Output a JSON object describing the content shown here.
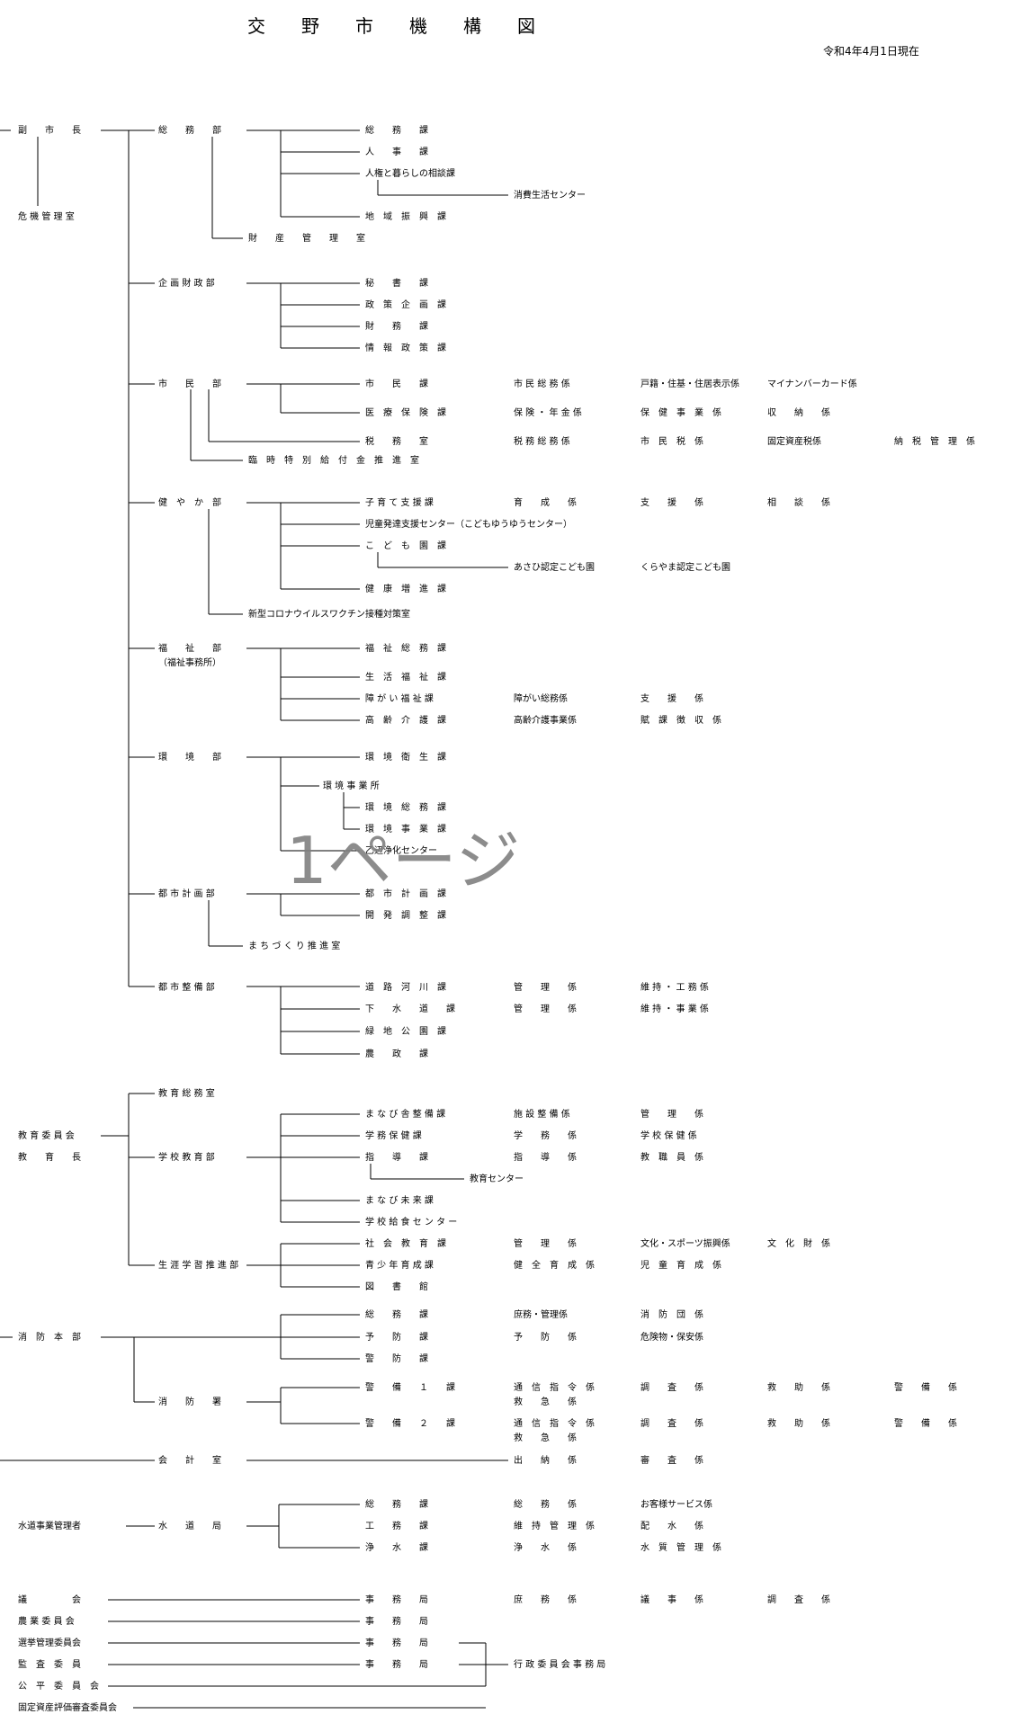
{
  "title": "交　　野　　市　　機　　構　　図",
  "date": "令和4年4月1日現在",
  "watermark": "1ページ",
  "labels": {
    "fukushichou": "副　　市　　長",
    "kiki": "危 機 管 理 室",
    "soumubu": "総　　務　　部",
    "soumuka": "総　　務　　課",
    "jinjika": "人　　事　　課",
    "jinken": "人権と暮らしの相談課",
    "shohi": "消費生活センター",
    "chiiki": "地　域　振　興　課",
    "zaisan": "財　　産　　管　　理　　室",
    "kikakubu": "企 画 財 政 部",
    "hisho": "秘　　書　　課",
    "seisaku": "政　策　企　画　課",
    "zaimu": "財　　務　　課",
    "joho": "情　報　政　策　課",
    "shiminbu": "市　　民　　部",
    "shiminka": "市　　民　　課",
    "shimin_soumu": "市 民 総 務 係",
    "koseki": "戸籍・住基・住居表示係",
    "mynumber": "マイナンバーカード係",
    "iryo": "医　療　保　険　課",
    "hoken_nenkin": "保 険 ・ 年 金 係",
    "hoken_jigyo": "保　健　事　業　係",
    "shuno": "収　　納　　係",
    "zeimu": "税　　務　　室",
    "zeimu_soumu": "税 務 総 務 係",
    "shiminzei": "市　民　税　係",
    "kotei": "固定資産税係",
    "nozei": "納　税　管　理　係",
    "rinji": "臨　時　特　別　給　付　金　推　進　室",
    "sukoyakabu": "健　や　か　部",
    "kosodate": "子 育 て 支 援 課",
    "ikusei": "育　　成　　係",
    "shien": "支　　援　　係",
    "sodan": "相　　談　　係",
    "jido": "児童発達支援センター（こどもゆうゆうセンター）",
    "kodomo": "こ　ど　も　園　課",
    "asahi": "あさひ認定こども園",
    "kurayama": "くらやま認定こども園",
    "kenko": "健　康　増　進　課",
    "corona": "新型コロナウイルスワクチン接種対策室",
    "fukushibu": "福　　祉　　部",
    "fukushi_jimu": "（福祉事務所）",
    "fukushi_soumu": "福　祉　総　務　課",
    "seikatsu": "生　活　福　祉　課",
    "shogai": "障 が い 福 祉 課",
    "shogai_soumu": "障がい総務係",
    "shogai_shien": "支　　援　　係",
    "korei": "高　齢　介　護　課",
    "korei_jigyo": "高齢介護事業係",
    "fuka": "賦　課　徴　収　係",
    "kankyobu": "環　　境　　部",
    "kankyo_eisei": "環　境　衛　生　課",
    "kankyo_jigyosho": "環 境 事 業 所",
    "kankyo_soumu": "環　境　総　務　課",
    "kankyo_jigyo": "環　境　事　業　課",
    "kisabe": "乙辺浄化センター",
    "toshikeikakubu": "都 市 計 画 部",
    "toshikeikaku": "都　市　計　画　課",
    "kaihatsu": "開　発　調　整　課",
    "machizukuri": "ま ち づ く り 推 進 室",
    "toshiseibibu": "都 市 整 備 部",
    "doro": "道　路　河　川　課",
    "doro_kanri": "管　　理　　係",
    "iji_komu": "維 持 ・ 工 務 係",
    "gesui": "下　　水　　道　　課",
    "gesui_kanri": "管　　理　　係",
    "iji_jigyo": "維 持 ・ 事 業 係",
    "ryokuchi": "緑　地　公　園　課",
    "nosei": "農　　政　　課",
    "kyoiku_soumu": "教 育 総 務 室",
    "kyoiku_iinkai": "教 育 委 員 会",
    "kyoikucho": "教　　育　　長",
    "gakko_kyoikubu": "学 校 教 育 部",
    "manabiya": "ま な び 舎 整 備 課",
    "shisetsu": "施 設 整 備 係",
    "manabiya_kanri": "管　　理　　係",
    "gakumu_hoken": "学 務 保 健 課",
    "gakumu": "学　　務　　係",
    "gakko_hoken": "学 校 保 健 係",
    "shido": "指　　導　　課",
    "shido_kakari": "指　　導　　係",
    "kyoshokuin": "教　職　員　係",
    "kyoiku_center": "教育センター",
    "manabi_mirai": "ま な び 未 来 課",
    "kyushoku": "学 校 給 食 セ ン タ ー",
    "shogai_gakushubu": "生 涯 学 習 推 進 部",
    "shakai": "社　会　教　育　課",
    "shakai_kanri": "管　　理　　係",
    "bunka_sports": "文化・スポーツ振興係",
    "bunkazai": "文　化　財　係",
    "seishonen": "青 少 年 育 成 課",
    "kenzen": "健　全　育　成　係",
    "jido_ikusei": "児　童　育　成　係",
    "toshokan": "図　　書　　館",
    "shobo_honbu": "消　防　本　部",
    "shobo_soumu": "総　　務　　課",
    "shomu_kanri": "庶務・管理係",
    "shobodan": "消　防　団　係",
    "yobo": "予　　防　　課",
    "yobo_kakari": "予　　防　　係",
    "kikenbutsu": "危険物・保安係",
    "keibo": "警　　防　　課",
    "shoboshou": "消　　防　　署",
    "keibi1": "警　　備　　１　　課",
    "keibi2": "警　　備　　２　　課",
    "tsushin": "通　信　指　令　係",
    "kyukyu": "救　　急　　係",
    "chosa": "調　　査　　係",
    "kyujo": "救　　助　　係",
    "keibi_kakari": "警　　備　　係",
    "kaikei": "会　　計　　室",
    "suito": "出　　納　　係",
    "shinsa": "審　　査　　係",
    "suido_kanri": "水道事業管理者",
    "suidokyoku": "水　　道　　局",
    "suido_soumuka": "総　　務　　課",
    "suido_soumu": "総　　務　　係",
    "okyakusama": "お客様サービス係",
    "komuka": "工　　務　　課",
    "iji_kanri": "維　持　管　理　係",
    "haisui": "配　　水　　係",
    "josuika": "浄　　水　　課",
    "josui": "浄　　水　　係",
    "suishitsu": "水　質　管　理　係",
    "gikai": "議　　　　　会",
    "nogyo": "農 業 委 員 会",
    "senkyo": "選挙管理委員会",
    "kansa": "監　査　委　員",
    "kohei": "公　平　委　員　会",
    "kotei_hyoka": "固定資産評価審査委員会",
    "jimukyoku": "事　　務　　局",
    "gikai_shomu": "庶　　務　　係",
    "giji": "議　　事　　係",
    "gikai_chosa": "調　　査　　係",
    "gyosei": "行 政 委 員 会 事 務 局"
  }
}
